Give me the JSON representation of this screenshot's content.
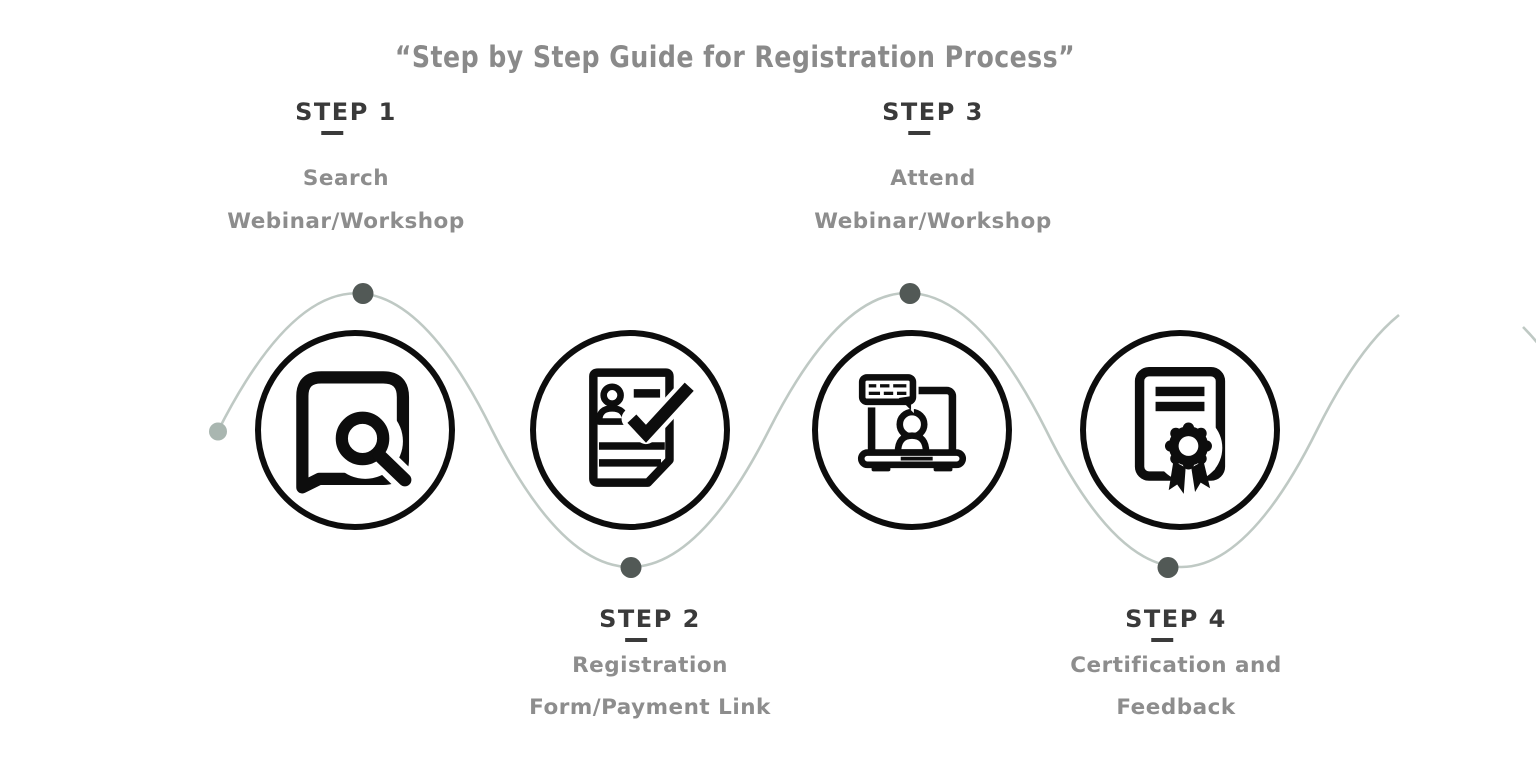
{
  "title": "“Step by Step Guide for Registration Process”",
  "colors": {
    "ink": "#0d0d0d",
    "title_text": "#8a8a8a",
    "step_heading": "#3a3a3a",
    "step_subtext": "#8d8d8d",
    "wave_line": "#bfc9c4",
    "wave_node_dot": "#525956",
    "wave_start_dot": "#a9b6b0",
    "background": "#ffffff"
  },
  "steps": [
    {
      "label": "STEP 1",
      "line1": "Search",
      "line2": "Webinar/Workshop",
      "icon": "search-document-icon",
      "caption_position": "above"
    },
    {
      "label": "STEP 2",
      "line1": "Registration",
      "line2": "Form/Payment Link",
      "icon": "registration-form-icon",
      "caption_position": "below"
    },
    {
      "label": "STEP 3",
      "line1": "Attend",
      "line2": "Webinar/Workshop",
      "icon": "webinar-laptop-icon",
      "caption_position": "above"
    },
    {
      "label": "STEP 4",
      "line1": "Certification and",
      "line2": "Feedback",
      "icon": "certificate-icon",
      "caption_position": "below"
    }
  ]
}
